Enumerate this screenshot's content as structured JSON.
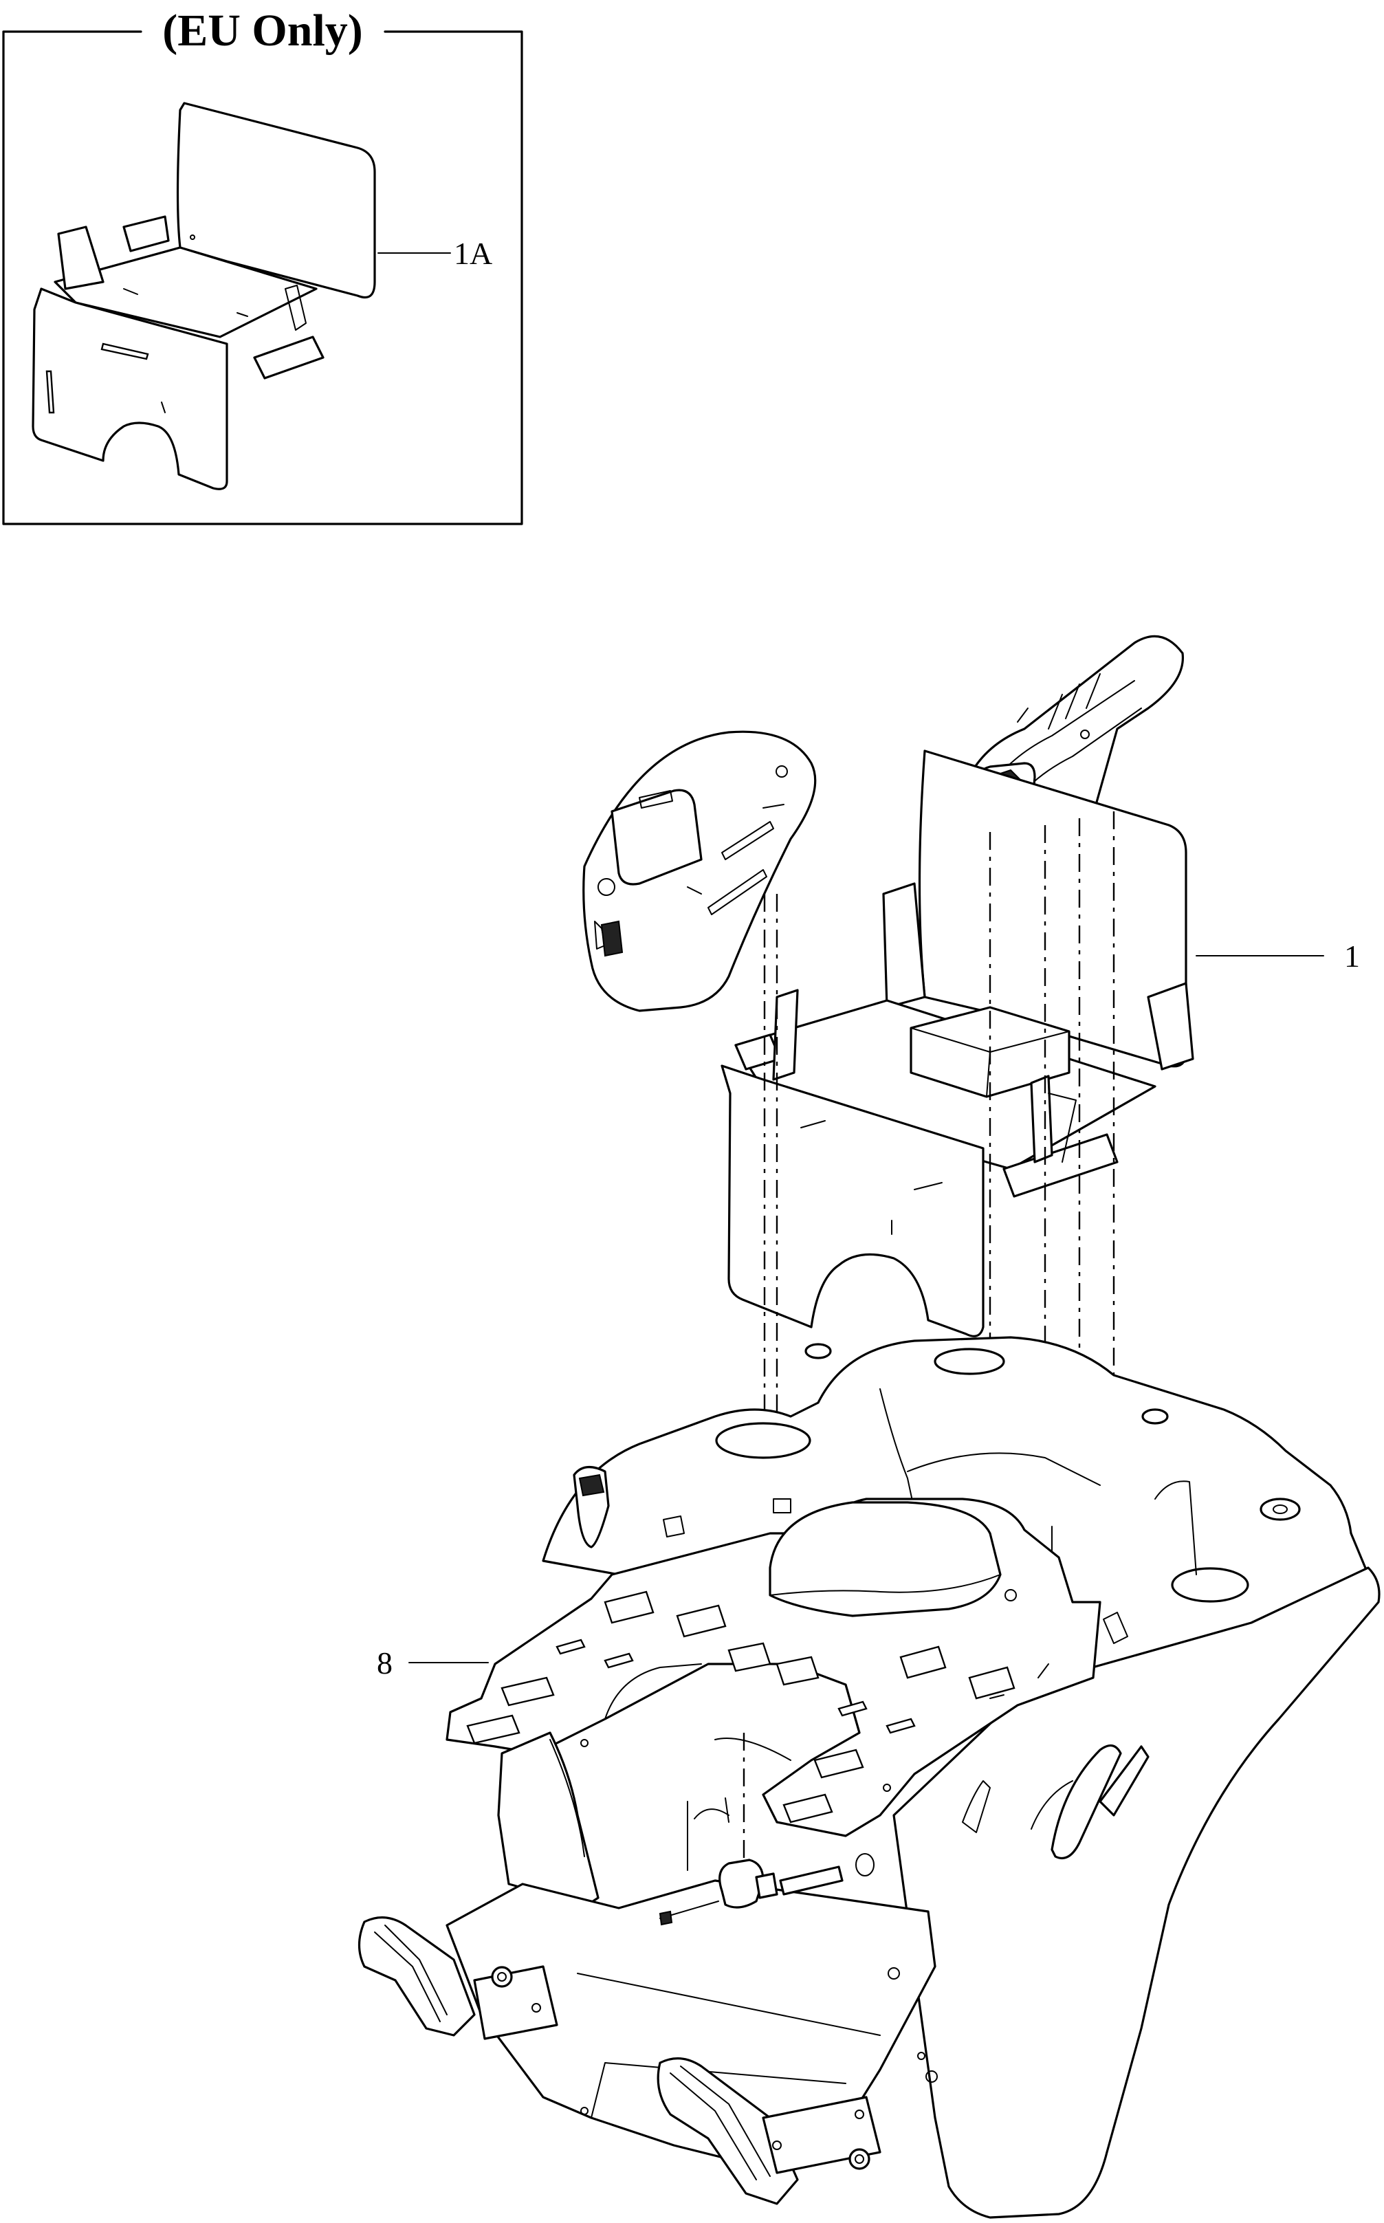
{
  "inset": {
    "title": "(EU Only)",
    "part_label": "1A"
  },
  "callouts": [
    {
      "id": "seat-pan",
      "label": "1"
    },
    {
      "id": "floor-mat",
      "label": "8"
    }
  ]
}
